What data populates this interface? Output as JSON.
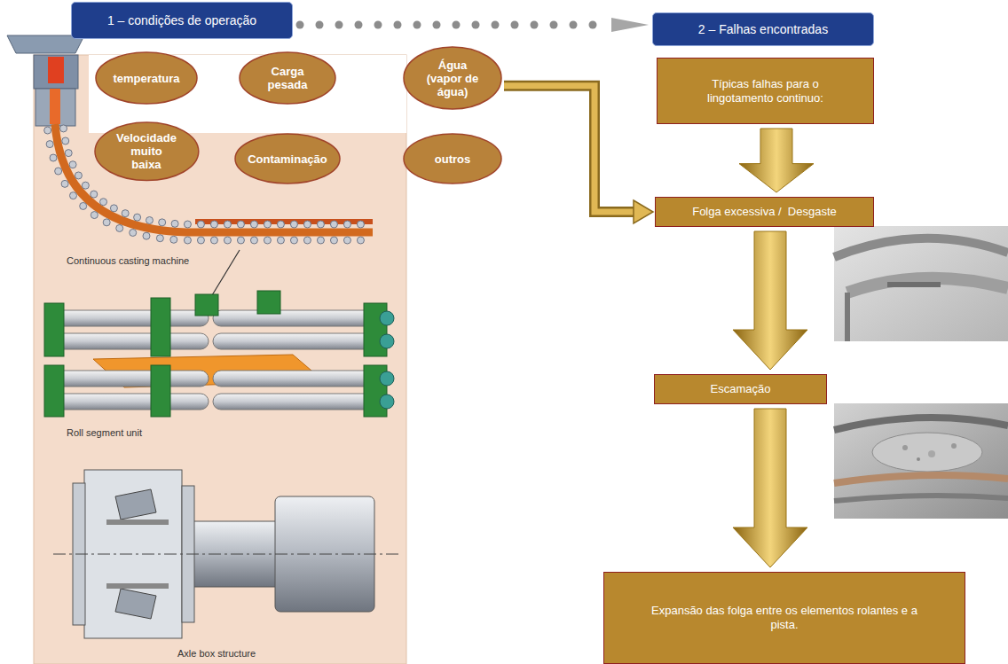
{
  "diagram": {
    "nodes": [
      {
        "text": [
          "1 – condições de operação"
        ]
      },
      {
        "text": [
          "2 – Falhas encontradas"
        ]
      },
      {
        "text": [
          "temperatura"
        ]
      },
      {
        "text": [
          "Carga pesada"
        ]
      },
      {
        "text": [
          "Água (vapor de água)"
        ]
      },
      {
        "text": [
          "Velocidade muito baixa"
        ]
      },
      {
        "text": [
          "Contaminação"
        ]
      },
      {
        "text": [
          "outros"
        ]
      },
      {
        "text": [
          "Típicas falhas para o lingotamento continuo:"
        ]
      },
      {
        "text": [
          "Folga excessiva /  Desgaste"
        ]
      },
      {
        "text": [
          "Escamação"
        ]
      },
      {
        "text": [
          "Expansão das folga entre os elementos rolantes e a pista."
        ]
      }
    ],
    "edges": [
      {
        "from": 0,
        "to": 1,
        "arrow": "to"
      },
      {
        "from": 4,
        "to": 9,
        "arrow": "to"
      },
      {
        "from": 8,
        "to": 9,
        "arrow": "to"
      },
      {
        "from": 9,
        "to": 10,
        "arrow": "to"
      },
      {
        "from": 10,
        "to": 11,
        "arrow": "to"
      }
    ],
    "labels": [
      "Continuous casting machine",
      "Roll segment unit",
      "Axle box structure"
    ]
  }
}
